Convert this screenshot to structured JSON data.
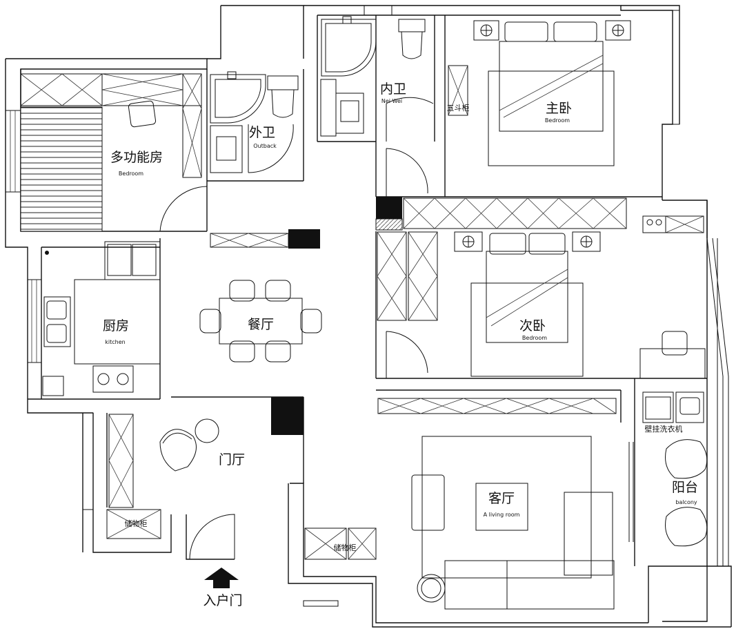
{
  "rooms": {
    "multi_room": {
      "name": "多功能房",
      "sub": "Bedroom"
    },
    "outer_bath": {
      "name": "外卫",
      "sub": "Outback"
    },
    "inner_bath": {
      "name": "内卫",
      "sub": "Nei Wei"
    },
    "master_bed": {
      "name": "主卧",
      "sub": "Bedroom"
    },
    "kitchen": {
      "name": "厨房",
      "sub": "kitchen"
    },
    "dining": {
      "name": "餐厅"
    },
    "second_bed": {
      "name": "次卧",
      "sub": "Bedroom"
    },
    "foyer": {
      "name": "门厅"
    },
    "living": {
      "name": "客厅",
      "sub": "A living room"
    },
    "balcony": {
      "name": "阳台",
      "sub": "balcony"
    }
  },
  "labels": {
    "chest": "五斗柜",
    "storage_foyer": "储物柜",
    "storage_living": "储物柜",
    "washer": "壁挂洗衣机",
    "entrance": "入户门"
  },
  "colors": {
    "line": "#111111",
    "fill": "#ffffff"
  }
}
